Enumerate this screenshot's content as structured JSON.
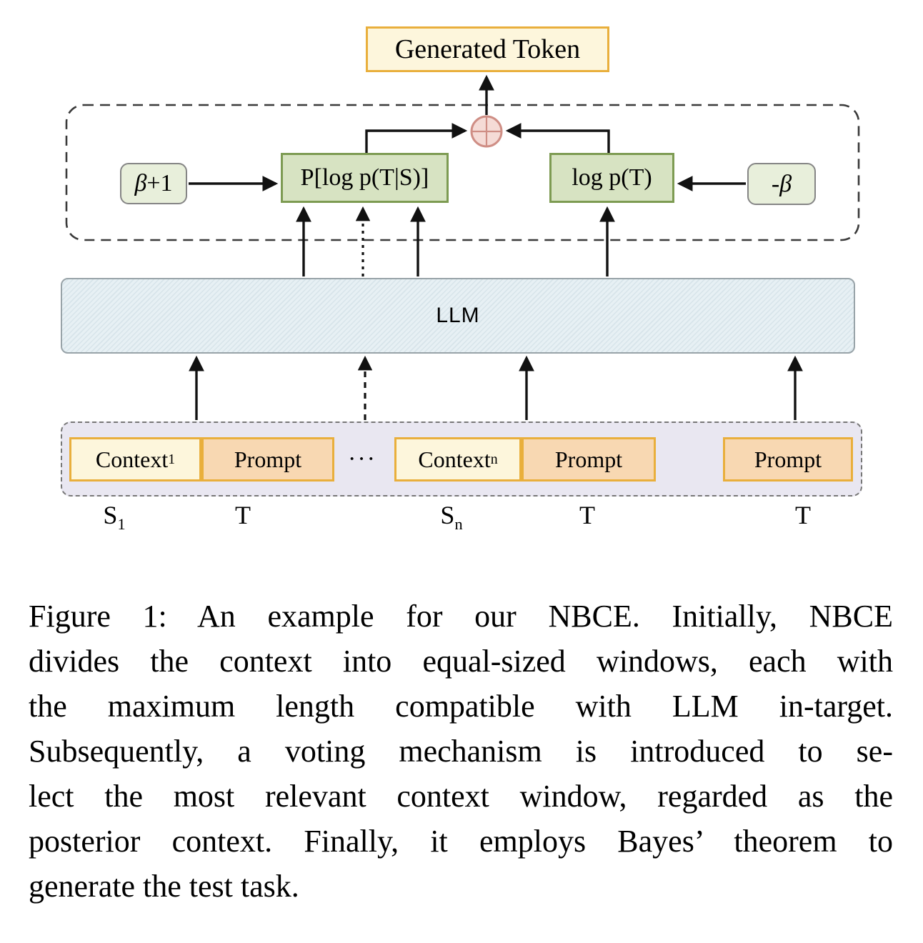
{
  "diagram": {
    "generated_token": "Generated Token",
    "beta_plus_one": {
      "beta": "β",
      "suffix": "+1"
    },
    "p_log": "P[log p(T|S)]",
    "log_pt": "log p(T)",
    "neg_beta": {
      "prefix": "-",
      "beta": "β"
    },
    "llm": "LLM",
    "windows": {
      "context1": {
        "text": "Context",
        "sub": "1"
      },
      "prompt1": "Prompt",
      "dots": "···",
      "contextn": {
        "text": "Context",
        "sub": "n"
      },
      "prompt2": "Prompt",
      "prompt3": "Prompt"
    },
    "labels": {
      "s1": {
        "text": "S",
        "sub": "1"
      },
      "t1": "T",
      "sn": {
        "text": "S",
        "sub": "n"
      },
      "t2": "T",
      "t3": "T"
    },
    "colors": {
      "yellow_fill": "#fdf6dc",
      "yellow_border": "#e9af3c",
      "orange_fill": "#f8d8b2",
      "green_fill": "#d7e3c2",
      "green_border": "#7d9b52",
      "pill_fill": "#e8efdb",
      "llm_fill": "#e7f0f4",
      "container_fill": "#e9e7f1",
      "oplus_fill": "#f5dbd6",
      "oplus_stroke": "#cf8e85",
      "arrow_color": "#111111"
    }
  },
  "caption": {
    "lines": [
      "Figure 1: An example for our NBCE. Initially, NBCE",
      "divides the context into equal-sized windows, each with",
      "the maximum length compatible with LLM in-target.",
      "Subsequently, a voting mechanism is introduced to se-",
      "lect the most relevant context window, regarded as the",
      "posterior context. Finally, it employs Bayes’ theorem to",
      "generate the test task."
    ]
  }
}
